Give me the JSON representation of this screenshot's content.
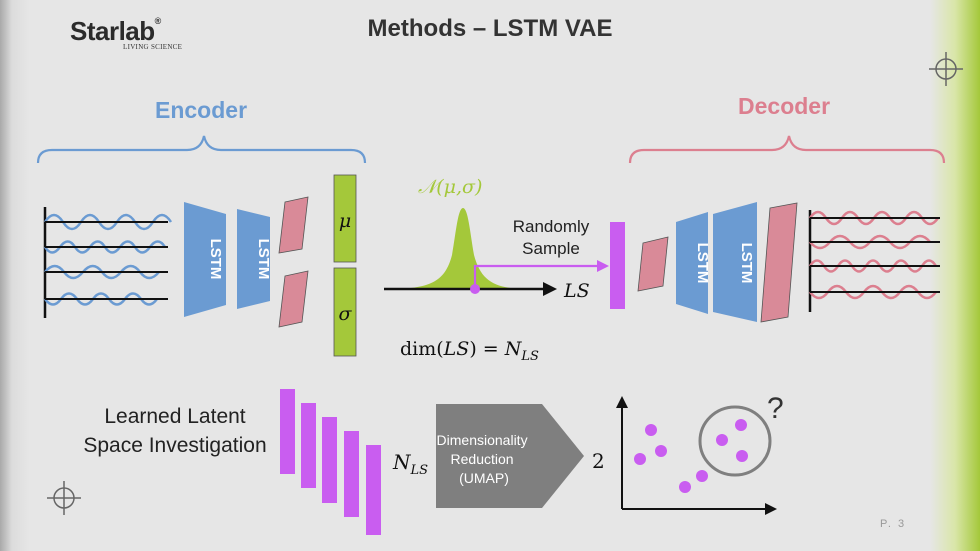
{
  "header": {
    "logo_text": "Starlab",
    "logo_registered": "®",
    "logo_subtitle": "LIVING SCIENCE",
    "title": "Methods – LSTM VAE"
  },
  "encoder": {
    "label": "Encoder",
    "layer1": "LSTM",
    "layer2": "LSTM",
    "mu": "μ",
    "sigma": "σ"
  },
  "latent": {
    "distribution": "𝒩(μ,σ)",
    "axis_label": "LS",
    "sample_line1": "Randomly",
    "sample_line2": "Sample",
    "dim_prefix": "dim(",
    "dim_var": "LS",
    "dim_mid": ") = ",
    "dim_N": "N",
    "dim_sub": "LS"
  },
  "decoder": {
    "label": "Decoder",
    "layer1": "LSTM",
    "layer2": "LSTM"
  },
  "investigation": {
    "line1": "Learned Latent",
    "line2": "Space Investigation",
    "n_label": "N",
    "n_sub": "LS",
    "reduction_line1": "Dimensionality",
    "reduction_line2": "Reduction",
    "reduction_line3": "(UMAP)",
    "output_dim": "2",
    "question": "?"
  },
  "footer": {
    "page": "P. 3"
  },
  "colors": {
    "encoder_blue": "#6b9bd2",
    "decoder_pink": "#dc7f8f",
    "latent_green": "#a4c83a",
    "latent_purple": "#c95df0",
    "dense_pink": "#d98a98",
    "text_dark": "#333333"
  },
  "icons": [
    "crosshair-icon"
  ]
}
